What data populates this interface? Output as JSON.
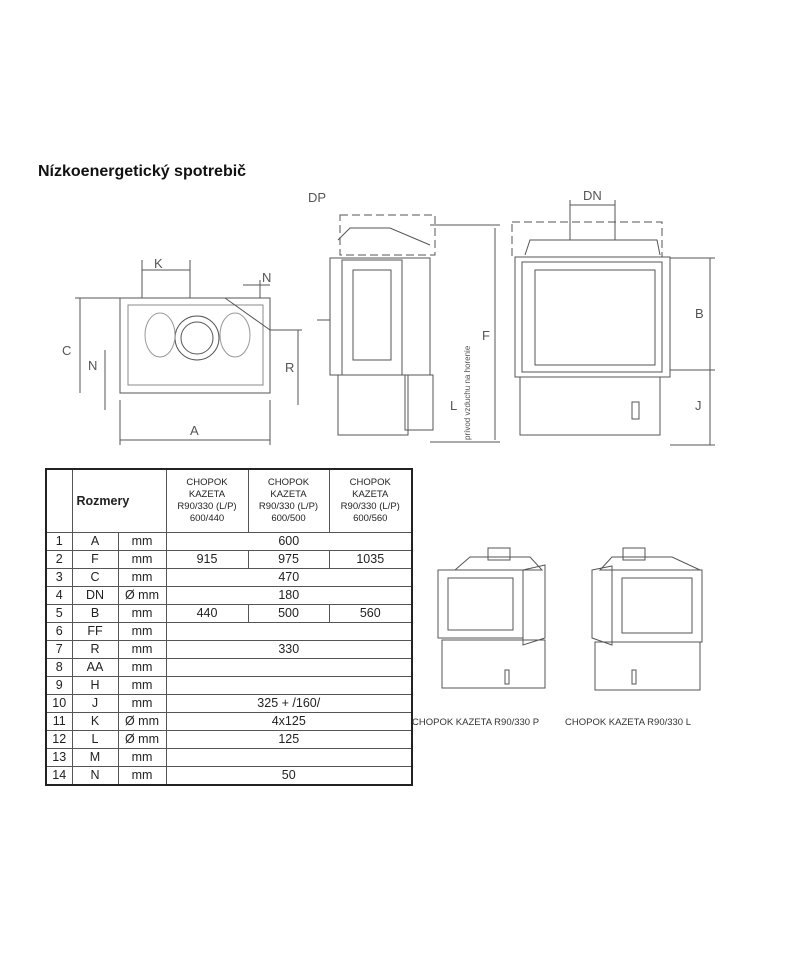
{
  "title": "Nízkoenergetický spotrebič",
  "drawing_labels": {
    "K": "K",
    "N": "N",
    "C": "C",
    "N2": "N",
    "R": "R",
    "A": "A",
    "DP": "DP",
    "DN": "DN",
    "F": "F",
    "L": "L",
    "B": "B",
    "J": "J",
    "air": "prívod vzduchu na horenie"
  },
  "table": {
    "header": "Rozmery",
    "models": [
      [
        "CHOPOK",
        "KAZETA",
        "R90/330 (L/P)",
        "600/440"
      ],
      [
        "CHOPOK",
        "KAZETA",
        "R90/330 (L/P)",
        "600/500"
      ],
      [
        "CHOPOK",
        "KAZETA",
        "R90/330 (L/P)",
        "600/560"
      ]
    ],
    "rows": [
      {
        "n": "1",
        "p": "A",
        "u": "mm",
        "v": [
          "600"
        ]
      },
      {
        "n": "2",
        "p": "F",
        "u": "mm",
        "v": [
          "915",
          "975",
          "1035"
        ]
      },
      {
        "n": "3",
        "p": "C",
        "u": "mm",
        "v": [
          "470"
        ]
      },
      {
        "n": "4",
        "p": "DN",
        "u": "Ø mm",
        "v": [
          "180"
        ]
      },
      {
        "n": "5",
        "p": "B",
        "u": "mm",
        "v": [
          "440",
          "500",
          "560"
        ]
      },
      {
        "n": "6",
        "p": "FF",
        "u": "mm",
        "v": [
          ""
        ]
      },
      {
        "n": "7",
        "p": "R",
        "u": "mm",
        "v": [
          "330"
        ]
      },
      {
        "n": "8",
        "p": "AA",
        "u": "mm",
        "v": [
          ""
        ]
      },
      {
        "n": "9",
        "p": "H",
        "u": "mm",
        "v": [
          ""
        ]
      },
      {
        "n": "10",
        "p": "J",
        "u": "mm",
        "v": [
          "325 + /160/"
        ]
      },
      {
        "n": "11",
        "p": "K",
        "u": "Ø mm",
        "v": [
          "4x125"
        ]
      },
      {
        "n": "12",
        "p": "L",
        "u": "Ø mm",
        "v": [
          "125"
        ]
      },
      {
        "n": "13",
        "p": "M",
        "u": "mm",
        "v": [
          ""
        ]
      },
      {
        "n": "14",
        "p": "N",
        "u": "mm",
        "v": [
          "50"
        ]
      }
    ]
  },
  "captions": {
    "p": "CHOPOK KAZETA R90/330 P",
    "l": "CHOPOK KAZETA R90/330 L"
  }
}
